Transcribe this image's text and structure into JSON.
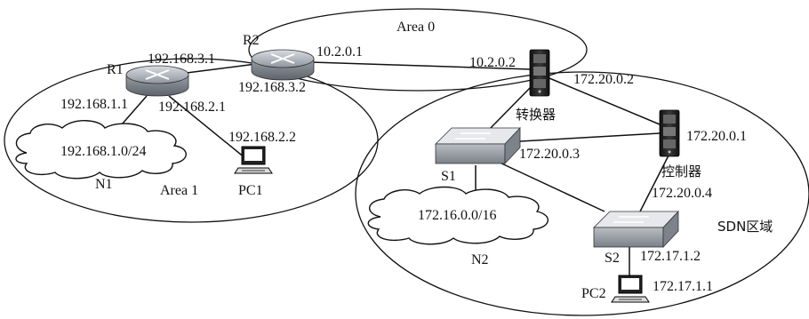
{
  "areas": {
    "area0": "Area 0",
    "area1": "Area 1",
    "sdn": "SDN区域"
  },
  "clouds": {
    "n1_subnet": "192.168.1.0/24",
    "n1_name": "N1",
    "n2_subnet": "172.16.0.0/16",
    "n2_name": "N2"
  },
  "devices": {
    "r1": {
      "name": "R1",
      "ip_top": "192.168.3.1",
      "ip_left": "192.168.1.1",
      "ip_right": "192.168.2.1"
    },
    "r2": {
      "name": "R2",
      "ip_bottom": "192.168.3.2",
      "ip_right": "10.2.0.1"
    },
    "pc1": {
      "name": "PC1",
      "ip": "192.168.2.2"
    },
    "converter": {
      "name": "转换器",
      "ip_left": "10.2.0.2",
      "ip_right": "172.20.0.2"
    },
    "controller": {
      "name": "控制器",
      "ip_right": "172.20.0.1",
      "ip_bottom": "172.20.0.4"
    },
    "s1": {
      "name": "S1",
      "ip": "172.20.0.3"
    },
    "s2": {
      "name": "S2",
      "ip": "172.17.1.2"
    },
    "pc2": {
      "name": "PC2",
      "ip": "172.17.1.1"
    }
  },
  "icons": [
    "router-icon",
    "switch-icon",
    "server-icon",
    "computer-icon",
    "cloud-icon"
  ]
}
